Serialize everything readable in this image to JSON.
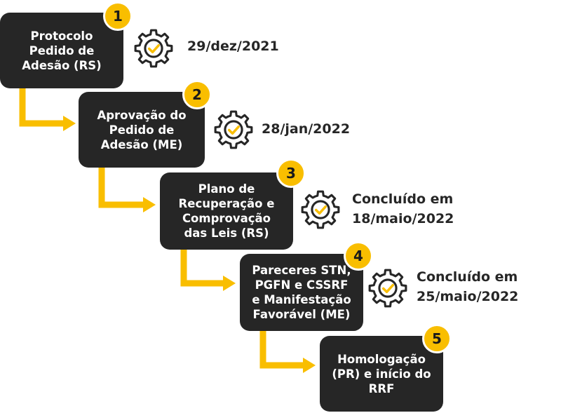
{
  "colors": {
    "accent": "#F9BE00",
    "box": "#262626",
    "text": "#262626",
    "check": "#F9BE00"
  },
  "icons": {
    "status": "gear-check-icon",
    "connector": "arrow-right-icon"
  },
  "steps": [
    {
      "number": "1",
      "label_lines": [
        "Protocolo",
        "Pedido de",
        "Adesão (RS)"
      ],
      "status_lines": [
        "29/dez/2021"
      ]
    },
    {
      "number": "2",
      "label_lines": [
        "Aprovação do",
        "Pedido de",
        "Adesão (ME)"
      ],
      "status_lines": [
        "28/jan/2022"
      ]
    },
    {
      "number": "3",
      "label_lines": [
        "Plano de",
        "Recuperação e",
        "Comprovação",
        "das Leis (RS)"
      ],
      "status_lines": [
        "Concluído em",
        "18/maio/2022"
      ]
    },
    {
      "number": "4",
      "label_lines": [
        "Pareceres STN,",
        "PGFN e CSSRF",
        "e Manifestação",
        "Favorável (ME)"
      ],
      "status_lines": [
        "Concluído em",
        "25/maio/2022"
      ]
    },
    {
      "number": "5",
      "label_lines": [
        "Homologação",
        "(PR) e início do",
        "RRF"
      ],
      "status_lines": []
    }
  ]
}
